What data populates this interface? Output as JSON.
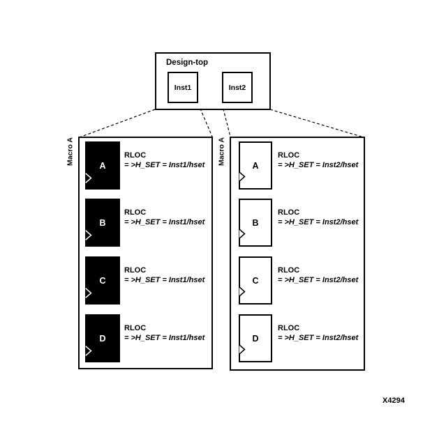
{
  "figure_id": "X4294",
  "colors": {
    "foreground": "#000000",
    "background": "#ffffff"
  },
  "design_top": {
    "label": "Design-top",
    "instances": [
      {
        "label": "Inst1"
      },
      {
        "label": "Inst2"
      }
    ]
  },
  "macros": [
    {
      "side_label": "Macro A",
      "style": "filled",
      "blocks": [
        {
          "letter": "A",
          "rloc_line1": "RLOC",
          "rloc_line2": "= >H_SET = Inst1/hset"
        },
        {
          "letter": "B",
          "rloc_line1": "RLOC",
          "rloc_line2": "= >H_SET = Inst1/hset"
        },
        {
          "letter": "C",
          "rloc_line1": "RLOC",
          "rloc_line2": "= >H_SET = Inst1/hset"
        },
        {
          "letter": "D",
          "rloc_line1": "RLOC",
          "rloc_line2": "= >H_SET = Inst1/hset"
        }
      ]
    },
    {
      "side_label": "Macro A",
      "style": "outline",
      "blocks": [
        {
          "letter": "A",
          "rloc_line1": "RLOC",
          "rloc_line2": "= >H_SET = Inst2/hset"
        },
        {
          "letter": "B",
          "rloc_line1": "RLOC",
          "rloc_line2": "= >H_SET = Inst2/hset"
        },
        {
          "letter": "C",
          "rloc_line1": "RLOC",
          "rloc_line2": "= >H_SET = Inst2/hset"
        },
        {
          "letter": "D",
          "rloc_line1": "RLOC",
          "rloc_line2": "= >H_SET = Inst2/hset"
        }
      ]
    }
  ]
}
